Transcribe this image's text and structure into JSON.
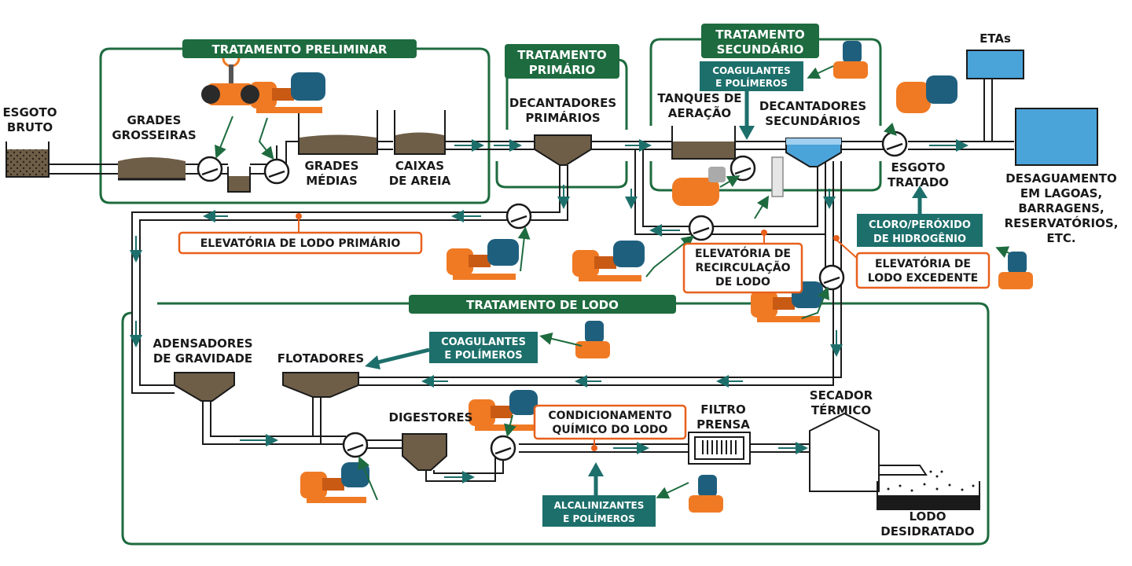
{
  "colors": {
    "green": "#1e6b3f",
    "teal": "#1d6f6b",
    "orange": "#e8601c",
    "pump_orange": "#f07a24",
    "motor_blue": "#1f5f7e",
    "sludge": "#6e5e47",
    "water_blue": "#4aa3d9",
    "pipe": "#1a1a1a"
  },
  "sections": {
    "preliminar": "TRATAMENTO PRELIMINAR",
    "primario": [
      "TRATAMENTO",
      "PRIMÁRIO"
    ],
    "secundario": [
      "TRATAMENTO",
      "SECUNDÁRIO"
    ],
    "lodo": "TRATAMENTO DE LODO"
  },
  "units": {
    "esgoto_bruto": [
      "ESGOTO",
      "BRUTO"
    ],
    "grades_grosseiras": [
      "GRADES",
      "GROSSEIRAS"
    ],
    "grades_medias": [
      "GRADES",
      "MÉDIAS"
    ],
    "caixas_areia": [
      "CAIXAS",
      "DE AREIA"
    ],
    "decantadores_primarios": [
      "DECANTADORES",
      "PRIMÁRIOS"
    ],
    "tanques_aeracao": [
      "TANQUES DE",
      "AERAÇÃO"
    ],
    "decantadores_secundarios": [
      "DECANTADORES",
      "SECUNDÁRIOS"
    ],
    "etas": "ETAs",
    "esgoto_tratado": [
      "ESGOTO",
      "TRATADO"
    ],
    "desaguamento": [
      "DESAGUAMENTO",
      "EM LAGOAS,",
      "BARRAGENS,",
      "RESERVATÓRIOS,",
      "ETC."
    ],
    "adensadores": [
      "ADENSADORES",
      "DE GRAVIDADE"
    ],
    "flotadores": "FLOTADORES",
    "digestores": "DIGESTORES",
    "filtro_prensa": [
      "FILTRO",
      "PRENSA"
    ],
    "secador": [
      "SECADOR",
      "TÉRMICO"
    ],
    "lodo_desidratado": [
      "LODO",
      "DESIDRATADO"
    ]
  },
  "chemicals": {
    "coag_secundario": [
      "COAGULANTES",
      "E POLÍMEROS"
    ],
    "coag_lodo": [
      "COAGULANTES",
      "E POLÍMEROS"
    ],
    "cloro": [
      "CLORO/PERÓXIDO",
      "DE HIDROGÊNIO"
    ],
    "alcalinizantes": [
      "ALCALINIZANTES",
      "E POLÍMEROS"
    ]
  },
  "callouts": {
    "elev_lodo_primario": "ELEVATÓRIA DE LODO PRIMÁRIO",
    "elev_recirculacao": [
      "ELEVATÓRIA DE",
      "RECIRCULAÇÃO",
      "DE LODO"
    ],
    "elev_excedente": [
      "ELEVATÓRIA DE",
      "LODO EXCEDENTE"
    ],
    "condicionamento": [
      "CONDICIONAMENTO",
      "QUÍMICO DO LODO"
    ]
  }
}
